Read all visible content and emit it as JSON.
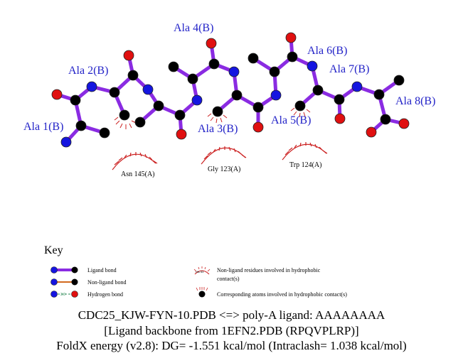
{
  "residues": [
    "Ala 1(B)",
    "Ala 2(B)",
    "Ala 3(B)",
    "Ala 4(B)",
    "Ala 5(B)",
    "Ala 6(B)",
    "Ala 7(B)",
    "Ala 8(B)"
  ],
  "hydrophobic_contacts": [
    "Asn 145(A)",
    "Gly 123(A)",
    "Trp 124(A)"
  ],
  "key": {
    "title": "Key",
    "ligand_bond": "Ligand bond",
    "non_ligand_bond": "Non-ligand bond",
    "hydrogen_bond": "Hydrogen bond",
    "hbond_length": "3.0",
    "nonligand_residue_line1": "Non-ligand residues involved in hydrophobic",
    "nonligand_residue_line2": "contact(s)",
    "corresponding_atoms": "Corresponding atoms involved in hydrophobic contact(s)",
    "example_residue": "His 53"
  },
  "footer": {
    "line1": "CDC25_KJW-FYN-10.PDB <=> poly-A ligand: AAAAAAAA",
    "line2": "[Ligand backbone from 1EFN2.PDB (RPQVPLRP)]",
    "line3": "FoldX energy (v2.8): DG= -1.551 kcal/mol (Intraclash= 1.038 kcal/mol)"
  },
  "colors": {
    "ligand_bond": "#8a2be2",
    "non_ligand_bond": "#d2691e",
    "hydrogen_bond": "#2e8b57",
    "nitrogen": "#1515e0",
    "oxygen": "#e01010",
    "carbon": "#000000",
    "hydrophobic": "#cc2222",
    "residue_label": "#2323c8"
  }
}
